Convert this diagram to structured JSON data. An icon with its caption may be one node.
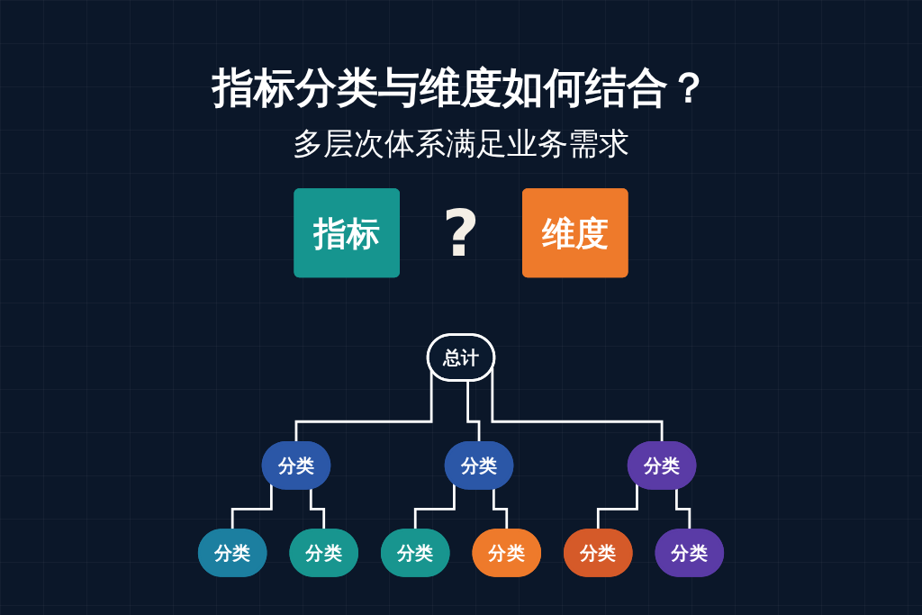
{
  "diagram": {
    "title": "指标分类与维度如何结合？",
    "nodes": [
      {
        "text": [
          "指标"
        ]
      },
      {
        "text": [
          "维度"
        ]
      },
      {
        "text": [
          "总计"
        ]
      },
      {
        "text": [
          "分类"
        ]
      },
      {
        "text": [
          "分类"
        ]
      },
      {
        "text": [
          "分类"
        ]
      },
      {
        "text": [
          "分类"
        ]
      },
      {
        "text": [
          "分类"
        ]
      },
      {
        "text": [
          "分类"
        ]
      },
      {
        "text": [
          "分类"
        ]
      },
      {
        "text": [
          "分类"
        ]
      },
      {
        "text": [
          "分类"
        ]
      }
    ],
    "edges": [
      {
        "from": 2,
        "to": 3,
        "arrow": "none"
      },
      {
        "from": 2,
        "to": 4,
        "arrow": "none"
      },
      {
        "from": 2,
        "to": 5,
        "arrow": "none"
      },
      {
        "from": 3,
        "to": 6,
        "arrow": "none"
      },
      {
        "from": 3,
        "to": 7,
        "arrow": "none"
      },
      {
        "from": 4,
        "to": 8,
        "arrow": "none"
      },
      {
        "from": 4,
        "to": 9,
        "arrow": "none"
      },
      {
        "from": 5,
        "to": 10,
        "arrow": "none"
      },
      {
        "from": 5,
        "to": 11,
        "arrow": "none"
      }
    ],
    "labels": [
      "多层次体系满足业务需求",
      "?"
    ]
  }
}
